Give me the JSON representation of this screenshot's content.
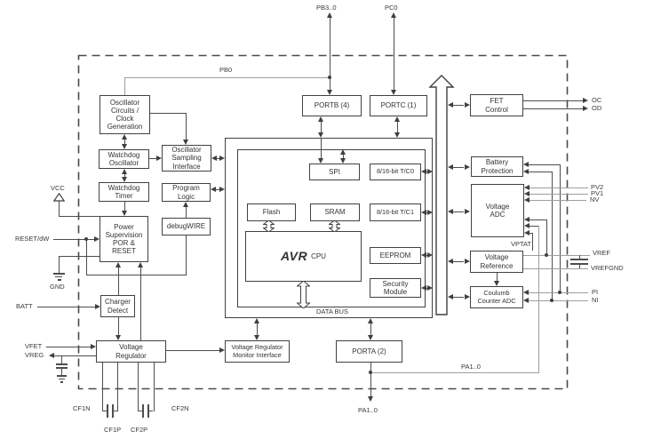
{
  "diagram_type": "mcu-block-diagram",
  "blocks": {
    "osc_clock": "Oscillator\nCircuits /\nClock\nGeneration",
    "wd_osc": "Watchdog\nOscillator",
    "wd_timer": "Watchdog\nTimer",
    "power_sup": "Power\nSupervision\nPOR &\nRESET",
    "charger": "Charger\nDetect",
    "vreg": "Voltage\nRegulator",
    "osi": "Oscillator\nSampling\nInterface",
    "prog_logic": "Program\nLogic",
    "debugwire": "debugWIRE",
    "portb": "PORTB (4)",
    "portc": "PORTC (1)",
    "spi": "SPI",
    "tc0": "8/16-bit T/C0",
    "flash": "Flash",
    "sram": "SRAM",
    "tc1": "8/16-bit T/C1",
    "cpu_brand": "AVR",
    "cpu_label": "CPU",
    "eeprom": "EEPROM",
    "secmod": "Security\nModule",
    "vrmi": "Voltage Regulator\nMonitor Interface",
    "porta": "PORTA (2)",
    "fet": "FET\nControl",
    "batprot": "Battery\nProtection",
    "vadc": "Voltage\nADC",
    "vref": "Voltage\nReference",
    "coulomb": "Coulumb\nCounter ADC",
    "databus": "DATA BUS"
  },
  "pins": {
    "pb3_0": "PB3..0",
    "pc0": "PC0",
    "pb0": "PB0",
    "vcc": "VCC",
    "reset_dw": "RESET/dW",
    "gnd": "GND",
    "batt": "BATT",
    "vfet": "VFET",
    "vreg": "VREG",
    "cf1n": "CF1N",
    "cf1p": "CF1P",
    "cf2p": "CF2P",
    "cf2n": "CF2N",
    "oc": "OC",
    "od": "OD",
    "pv2": "PV2",
    "pv1": "PV1",
    "nv": "NV",
    "vptat": "VPTAT",
    "vref": "VREF",
    "vrefgnd": "VREFGND",
    "pi": "PI",
    "ni": "NI",
    "pa1_0": "PA1..0",
    "pa1_0_b": "PA1..0"
  },
  "colors": {
    "wire": "#4d4d4d",
    "wire_gray": "#9e9e9e",
    "border": "#414141",
    "text": "#333333",
    "background": "#ffffff"
  }
}
